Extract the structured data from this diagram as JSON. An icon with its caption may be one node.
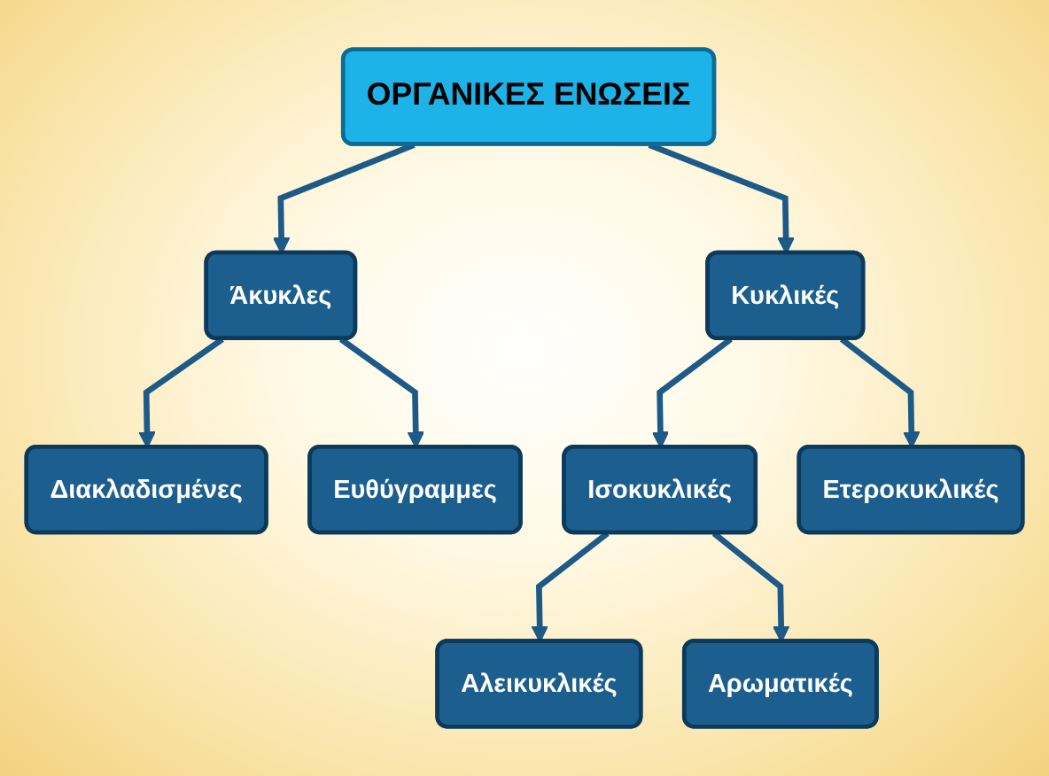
{
  "diagram": {
    "nodes": [
      {
        "text": [
          "ΟΡΓΑΝΙΚΕΣ ΕΝΩΣΕΙΣ"
        ]
      },
      {
        "text": [
          "Άκυκλες"
        ]
      },
      {
        "text": [
          "Κυκλικές"
        ]
      },
      {
        "text": [
          "Διακλαδισμένες"
        ]
      },
      {
        "text": [
          "Ευθύγραμμες"
        ]
      },
      {
        "text": [
          "Ισοκυκλικές"
        ]
      },
      {
        "text": [
          "Ετεροκυκλικές"
        ]
      },
      {
        "text": [
          "Αλεικυκλικές"
        ]
      },
      {
        "text": [
          "Αρωματικές"
        ]
      }
    ],
    "edges": [
      {
        "from": 0,
        "to": 1,
        "arrow": "to"
      },
      {
        "from": 0,
        "to": 2,
        "arrow": "to"
      },
      {
        "from": 1,
        "to": 3,
        "arrow": "to"
      },
      {
        "from": 1,
        "to": 4,
        "arrow": "to"
      },
      {
        "from": 2,
        "to": 5,
        "arrow": "to"
      },
      {
        "from": 2,
        "to": 6,
        "arrow": "to"
      },
      {
        "from": 5,
        "to": 7,
        "arrow": "to"
      },
      {
        "from": 5,
        "to": 8,
        "arrow": "to"
      }
    ]
  }
}
